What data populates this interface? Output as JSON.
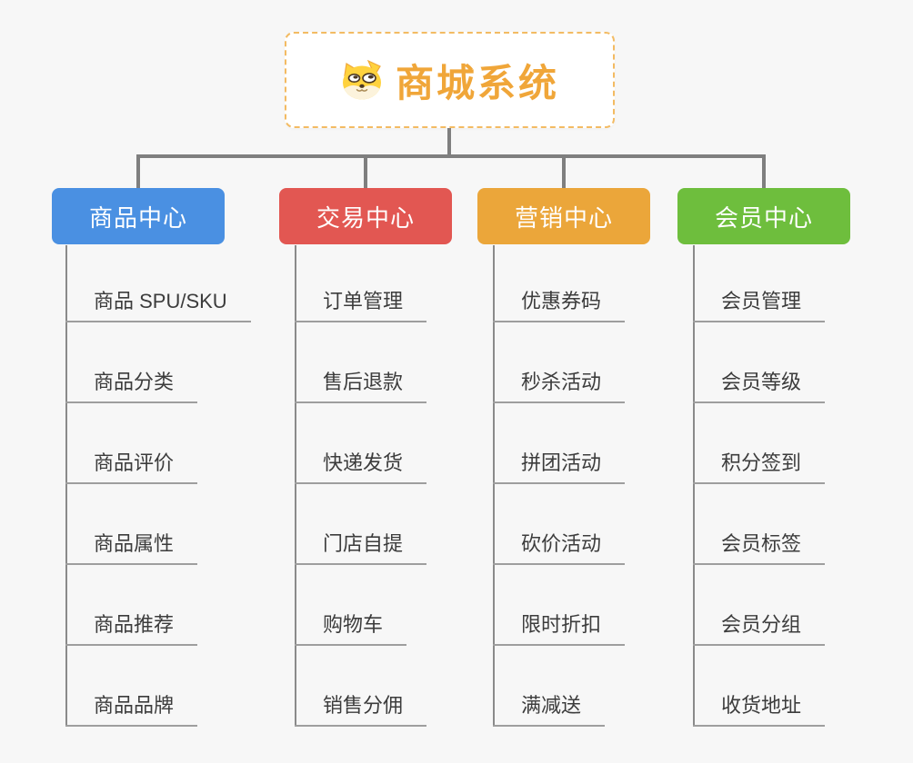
{
  "root": {
    "title": "商城系统",
    "icon": "dog-face-icon"
  },
  "branches": [
    {
      "label": "商品中心",
      "color": "#4A90E2",
      "children": [
        "商品 SPU/SKU",
        "商品分类",
        "商品评价",
        "商品属性",
        "商品推荐",
        "商品品牌"
      ]
    },
    {
      "label": "交易中心",
      "color": "#E25752",
      "children": [
        "订单管理",
        "售后退款",
        "快递发货",
        "门店自提",
        "购物车",
        "销售分佣"
      ]
    },
    {
      "label": "营销中心",
      "color": "#EBA63A",
      "children": [
        "优惠券码",
        "秒杀活动",
        "拼团活动",
        "砍价活动",
        "限时折扣",
        "满减送"
      ]
    },
    {
      "label": "会员中心",
      "color": "#6EBE3D",
      "children": [
        "会员管理",
        "会员等级",
        "积分签到",
        "会员标签",
        "会员分组",
        "收货地址"
      ]
    }
  ],
  "colors": {
    "background": "#F7F7F7",
    "root_border": "#F3BB63",
    "root_title": "#F0A639",
    "connector": "#7F7F7F",
    "child_underline": "#9E9E9E",
    "child_text": "#3C3C3C"
  }
}
